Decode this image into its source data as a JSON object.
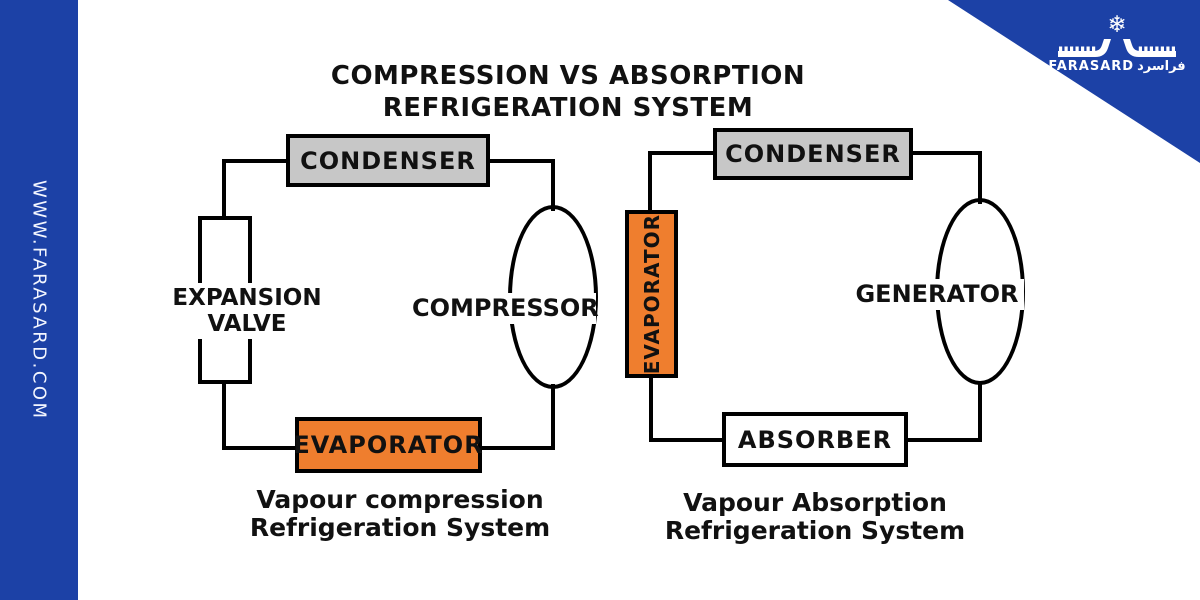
{
  "colors": {
    "brand_blue": "#1c41a6",
    "box_gray": "#c7c7c7",
    "box_orange": "#ef7e2e",
    "line_black": "#000000"
  },
  "sidebar": {
    "url": "WWW.FARASARD.COM"
  },
  "logo": {
    "snowflake_icon": "❄",
    "brand_latin": "FARASARD",
    "brand_arabic": "فراسرد"
  },
  "title": {
    "line1": "COMPRESSION VS ABSORPTION",
    "line2": "REFRIGERATION SYSTEM"
  },
  "compression_diagram": {
    "condenser_label": "CONDENSER",
    "expansion_valve_line1": "EXPANSION",
    "expansion_valve_line2": "VALVE",
    "compressor_label": "COMPRESSOR",
    "evaporator_label": "EVAPORATOR",
    "caption_line1": "Vapour compression",
    "caption_line2": "Refrigeration System"
  },
  "absorption_diagram": {
    "condenser_label": "CONDENSER",
    "evaporator_label": "EVAPORATOR",
    "generator_label": "GENERATOR",
    "absorber_label": "ABSORBER",
    "caption_line1": "Vapour Absorption",
    "caption_line2": "Refrigeration System"
  }
}
